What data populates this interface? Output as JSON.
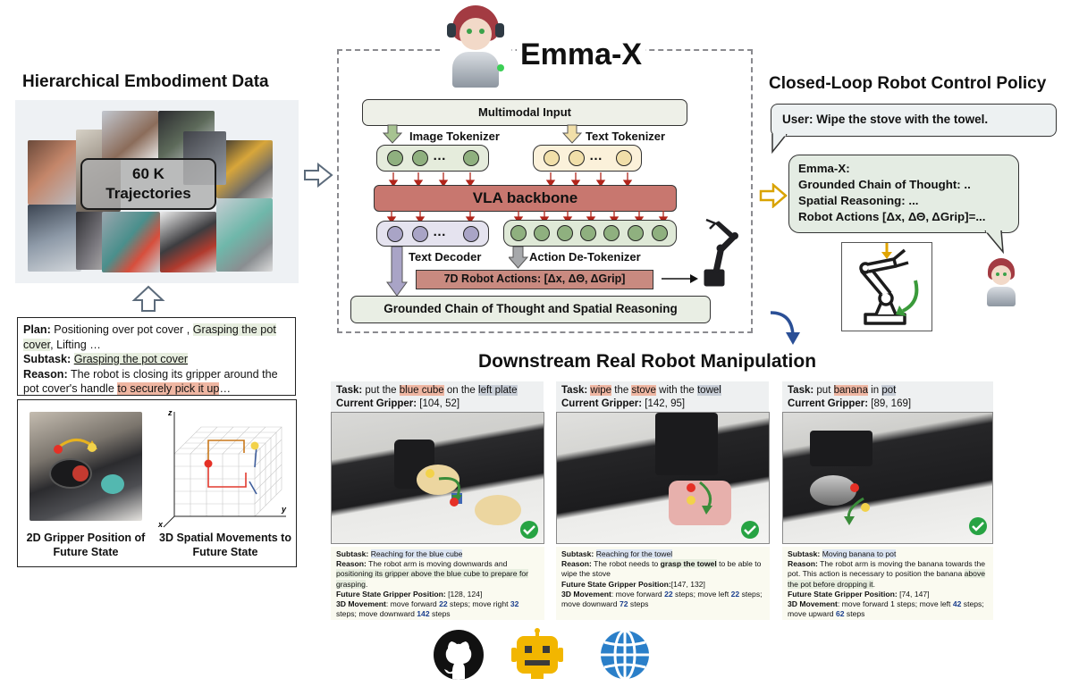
{
  "left": {
    "title": "Hierarchical Embodiment Data",
    "trajectories_line1": "60 K",
    "trajectories_line2": "Trajectories",
    "plan_label": "Plan:",
    "plan_text_a": "Positioning over pot cover ,",
    "plan_text_b": "Grasping the pot cover",
    "plan_text_c": ", Lifting …",
    "subtask_label": "Subtask:",
    "subtask_text": "Grasping the pot cover",
    "reason_label": "Reason:",
    "reason_text_a": "The robot is closing its gripper around the pot cover's handle",
    "reason_text_b": "to securely pick it up",
    "reason_text_c": "…",
    "fig1_caption": "2D Gripper Position of Future State",
    "fig2_caption": "3D Spatial Movements to Future State",
    "axis_x": "x",
    "axis_y": "y",
    "axis_z": "z"
  },
  "center": {
    "title": "Emma-X",
    "multimodal": "Multimodal Input",
    "image_tokenizer": "Image Tokenizer",
    "text_tokenizer": "Text Tokenizer",
    "dots": "…",
    "backbone": "VLA backbone",
    "text_decoder": "Text Decoder",
    "action_detok": "Action De-Tokenizer",
    "robot_actions": "7D Robot Actions: [Δx, ΔΘ, ΔGrip]",
    "grounded": "Grounded Chain of Thought and Spatial Reasoning"
  },
  "right": {
    "title": "Closed-Loop Robot Control Policy",
    "user_msg": "User:  Wipe the stove with the towel.",
    "emma_1": "Emma-X:",
    "emma_2": "Grounded Chain of Thought: ..",
    "emma_3": "Spatial Reasoning: ...",
    "emma_4": "Robot Actions [Δx, ΔΘ, ΔGrip]=..."
  },
  "downstream": {
    "title": "Downstream Real Robot Manipulation",
    "panels": [
      {
        "task_label": "Task:",
        "task_parts": [
          "put the ",
          "blue cube",
          " on the ",
          "left plate"
        ],
        "gripper_label": "Current Gripper:",
        "gripper": "[104, 52]",
        "subtask_label": "Subtask:",
        "subtask": "Reaching for the blue cube",
        "reason_label": "Reason:",
        "reason_a": "The robot arm is moving downwards and",
        "reason_b": "positioning its gripper above the blue cube to prepare for grasping",
        "reason_c": ".",
        "fsgp_label": "Future State Gripper Position:",
        "fsgp": "[128, 124]",
        "move_label": "3D Movement",
        "move_parts": [
          ": move forward ",
          "22",
          " steps; move right ",
          "32",
          " steps; move downward ",
          "142",
          " steps"
        ]
      },
      {
        "task_label": "Task:",
        "task_parts": [
          "",
          "wipe",
          " the ",
          "stove",
          " with the ",
          "towel"
        ],
        "gripper_label": "Current Gripper:",
        "gripper": "[142, 95]",
        "subtask_label": "Subtask:",
        "subtask": "Reaching for the towel",
        "reason_label": "Reason:",
        "reason_a": "The robot needs to",
        "reason_b": "grasp the towel",
        "reason_c": "to be able to wipe the stove",
        "fsgp_label": "Future State Gripper Position:",
        "fsgp": "[147, 132]",
        "move_label": "3D Movement",
        "move_parts": [
          ": move forward ",
          "22",
          " steps; move left ",
          "22",
          " steps; move downward ",
          "72",
          " steps"
        ]
      },
      {
        "task_label": "Task:",
        "task_parts": [
          "put ",
          "banana",
          " in ",
          "pot"
        ],
        "gripper_label": "Current Gripper:",
        "gripper": "[89, 169]",
        "subtask_label": "Subtask:",
        "subtask": "Moving banana to pot",
        "reason_label": "Reason:",
        "reason_a": "The robot arm is moving the banana towards the pot. This action is necessary to position the banana",
        "reason_b": "above the pot before dropping it",
        "reason_c": ".",
        "fsgp_label": "Future State Gripper Position:",
        "fsgp": "[74, 147]",
        "move_label": "3D Movement",
        "move_parts": [
          ": move forward 1 steps; move left ",
          "42",
          " steps; move upward ",
          "62",
          " steps"
        ]
      }
    ]
  },
  "footer": {
    "icons": [
      "github-icon",
      "robot-icon",
      "globe-icon"
    ]
  },
  "colors": {
    "backbone": "#c8776f",
    "green_node": "#8fb07f",
    "yellow_node": "#f1dfa9",
    "purple_node": "#a9a4c6",
    "arrow_red": "#b1251b",
    "gold": "#e0a400",
    "blue_link": "#2a62ad"
  }
}
